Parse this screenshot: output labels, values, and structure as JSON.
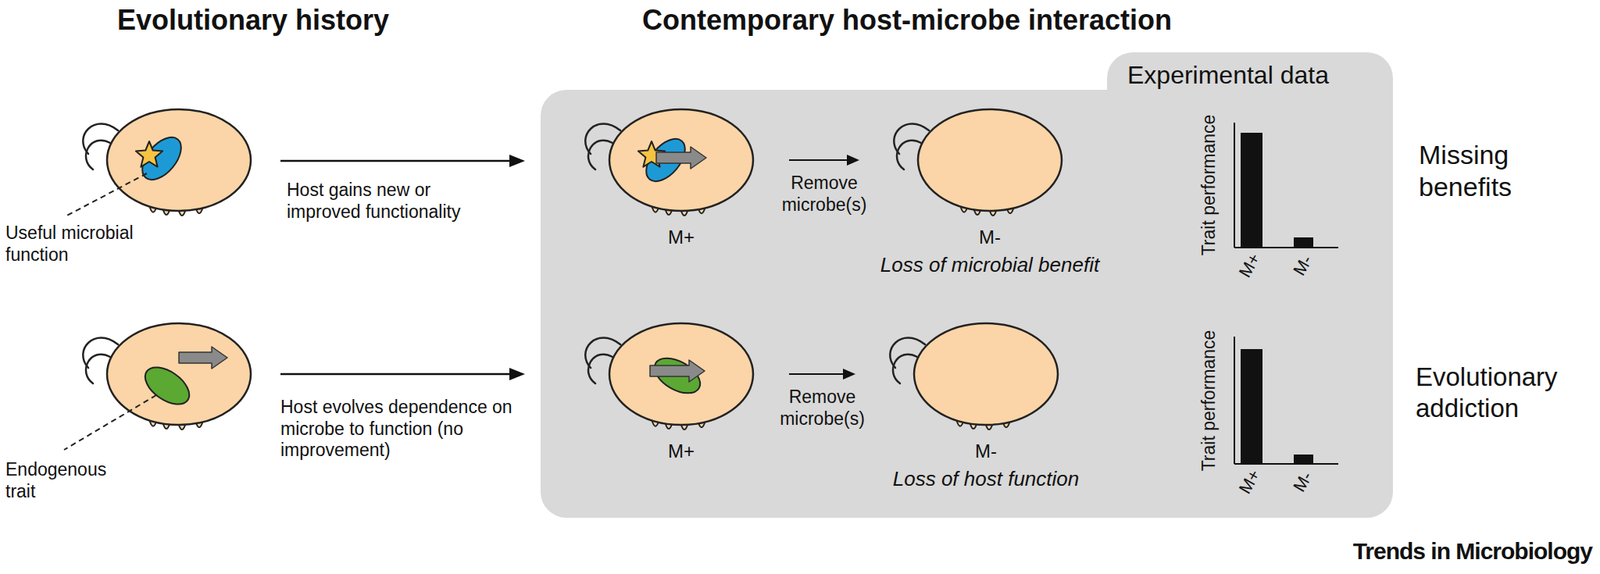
{
  "diagram": {
    "nodes": [
      {
        "text": [
          "Experimental data"
        ]
      },
      {
        "text": [
          "M+"
        ],
        "in": 0
      },
      {
        "text": [
          "M-",
          "Loss of microbial benefit"
        ],
        "in": 0
      },
      {
        "text": [
          "M+"
        ],
        "in": 0
      },
      {
        "text": [
          "M-",
          "Loss of host function"
        ],
        "in": 0
      }
    ],
    "edges": [
      {
        "from": 1,
        "to": 2,
        "label": "Remove microbe(s)",
        "arrow": "to"
      },
      {
        "from": 3,
        "to": 4,
        "label": "Remove microbe(s)",
        "arrow": "to"
      }
    ],
    "labels": [
      "Evolutionary history",
      "Contemporary host-microbe interaction",
      "Host gains new or improved functionality",
      "Useful microbial function",
      "Host evolves dependence on microbe to function (no improvement)",
      "Endogenous trait",
      "Trait performance",
      "M+",
      "M-",
      "Missing benefits",
      "Trait performance",
      "M+",
      "M-",
      "Evolutionary addiction",
      "Trends in Microbiology"
    ]
  }
}
